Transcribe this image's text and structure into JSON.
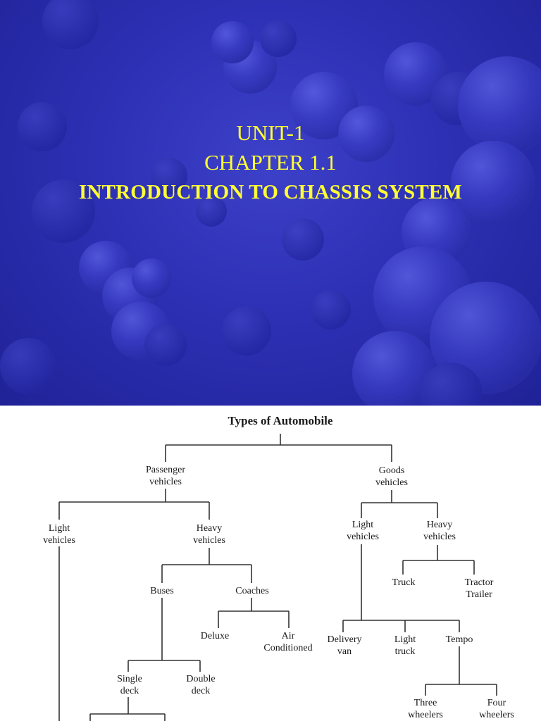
{
  "slide": {
    "unit": "UNIT-1",
    "chapter": "CHAPTER 1.1",
    "title": "INTRODUCTION TO CHASSIS SYSTEM",
    "text_color": "#ffff33",
    "background_color": "#2d30b4"
  },
  "tree": {
    "root": "Types of Automobile",
    "passenger": [
      "Passenger",
      "vehicles"
    ],
    "goods": [
      "Goods",
      "vehicles"
    ],
    "p_light": [
      "Light",
      "vehicles"
    ],
    "p_heavy": [
      "Heavy",
      "vehicles"
    ],
    "buses": "Buses",
    "coaches": "Coaches",
    "deluxe": "Deluxe",
    "air": [
      "Air",
      "Conditioned"
    ],
    "single": [
      "Single",
      "deck"
    ],
    "double": [
      "Double",
      "deck"
    ],
    "g_light": [
      "Light",
      "vehicles"
    ],
    "g_heavy": [
      "Heavy",
      "vehicles"
    ],
    "truck": "Truck",
    "tractor": [
      "Tractor",
      "Trailer"
    ],
    "delivery": [
      "Delivery",
      "van"
    ],
    "light_truck": [
      "Light",
      "truck"
    ],
    "tempo": "Tempo",
    "three": [
      "Three",
      "wheelers"
    ],
    "four": [
      "Four",
      "wheelers"
    ]
  }
}
